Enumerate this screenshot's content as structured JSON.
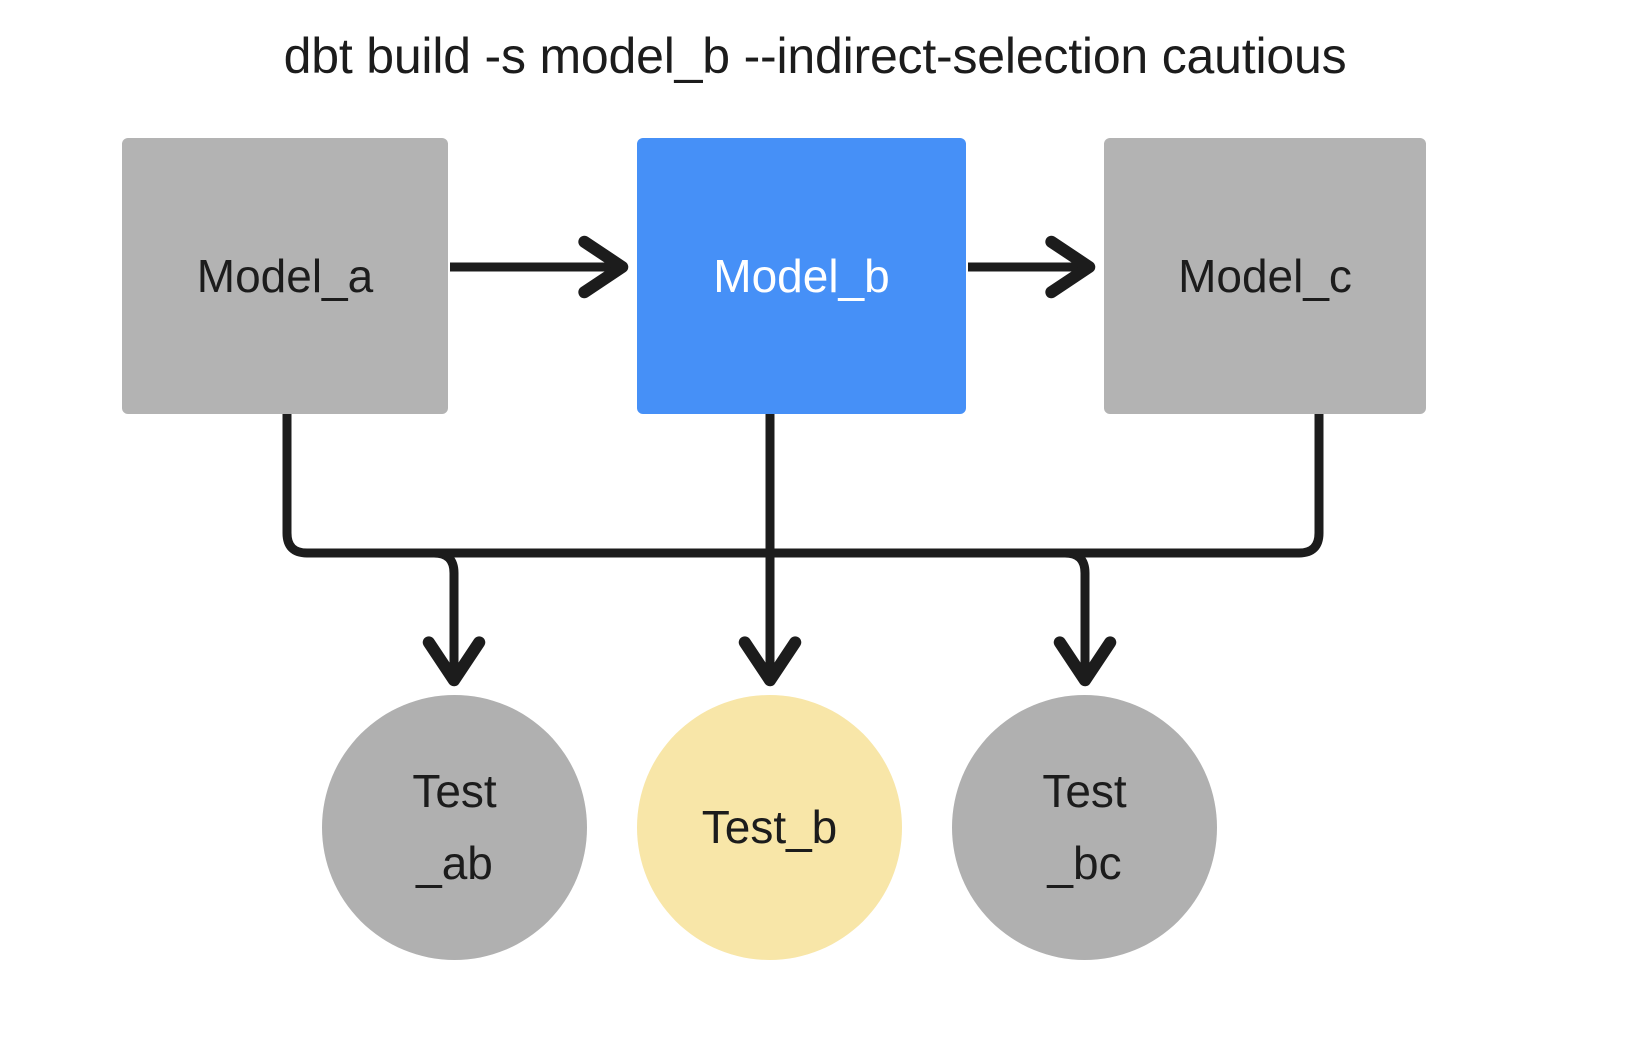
{
  "title": "dbt build -s model_b --indirect-selection cautious",
  "diagram": {
    "type": "dag",
    "background": "#ffffff",
    "colors": {
      "unselected_node": "#b3b3b3",
      "selected_model": "#4690f7",
      "selected_test": "#f8e6a8",
      "edge": "#1c1c1c",
      "text_dark": "#1c1c1c",
      "text_light": "#ffffff"
    },
    "models": [
      {
        "id": "model_a",
        "label": "Model_a",
        "shape": "rectangle",
        "fill": "#b3b3b3",
        "text_color": "#1c1c1c",
        "selected": false
      },
      {
        "id": "model_b",
        "label": "Model_b",
        "shape": "rectangle",
        "fill": "#4690f7",
        "text_color": "#ffffff",
        "selected": true
      },
      {
        "id": "model_c",
        "label": "Model_c",
        "shape": "rectangle",
        "fill": "#b3b3b3",
        "text_color": "#1c1c1c",
        "selected": false
      }
    ],
    "tests": [
      {
        "id": "test_ab",
        "label": "Test\n_ab",
        "shape": "circle",
        "fill": "#b0b0b0",
        "text_color": "#1c1c1c",
        "selected": false
      },
      {
        "id": "test_b",
        "label": "Test_b",
        "shape": "circle",
        "fill": "#f8e6a8",
        "text_color": "#1c1c1c",
        "selected": true
      },
      {
        "id": "test_bc",
        "label": "Test\n_bc",
        "shape": "circle",
        "fill": "#b0b0b0",
        "text_color": "#1c1c1c",
        "selected": false
      }
    ],
    "edges": [
      {
        "from": "model_a",
        "to": "model_b",
        "style": "straight-arrow"
      },
      {
        "from": "model_b",
        "to": "model_c",
        "style": "straight-arrow"
      },
      {
        "from": "model_a",
        "to": "test_ab",
        "style": "orthogonal-arrow"
      },
      {
        "from": "model_b",
        "to": "test_ab",
        "style": "orthogonal-arrow"
      },
      {
        "from": "model_b",
        "to": "test_b",
        "style": "straight-arrow"
      },
      {
        "from": "model_b",
        "to": "test_bc",
        "style": "orthogonal-arrow"
      },
      {
        "from": "model_c",
        "to": "test_bc",
        "style": "orthogonal-arrow"
      }
    ]
  }
}
